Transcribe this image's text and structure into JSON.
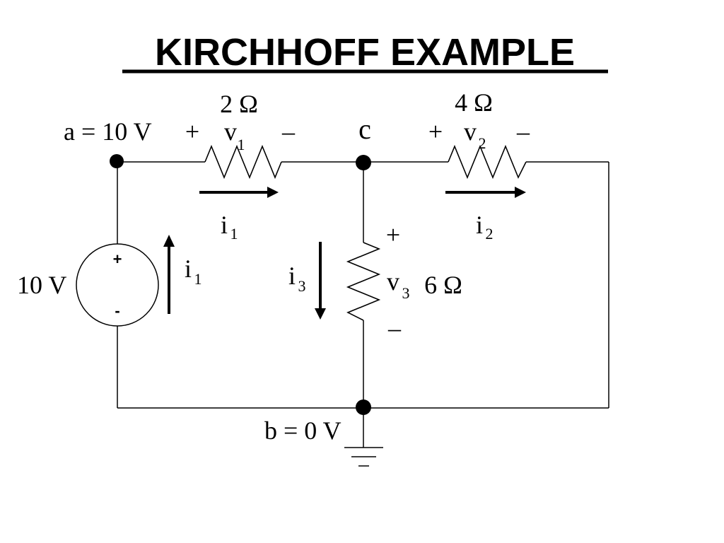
{
  "title": "KIRCHHOFF EXAMPLE",
  "resistors": {
    "r1": {
      "value": "2 Ω",
      "voltage": "v",
      "voltage_sub": "1",
      "plus": "+",
      "minus": "–"
    },
    "r2": {
      "value": "4 Ω",
      "voltage": "v",
      "voltage_sub": "2",
      "plus": "+",
      "minus": "–"
    },
    "r3": {
      "value": "6 Ω",
      "voltage": "v",
      "voltage_sub": "3",
      "plus": "+",
      "minus": "–"
    }
  },
  "nodes": {
    "a": "a = 10 V",
    "b": "b = 0 V",
    "c": "c"
  },
  "source": {
    "value": "10 V",
    "plus": "+",
    "minus": "-"
  },
  "currents": {
    "i1_top": {
      "symbol": "i",
      "sub": "1"
    },
    "i2": {
      "symbol": "i",
      "sub": "2"
    },
    "i1_source": {
      "symbol": "i",
      "sub": "1"
    },
    "i3": {
      "symbol": "i",
      "sub": "3"
    }
  }
}
